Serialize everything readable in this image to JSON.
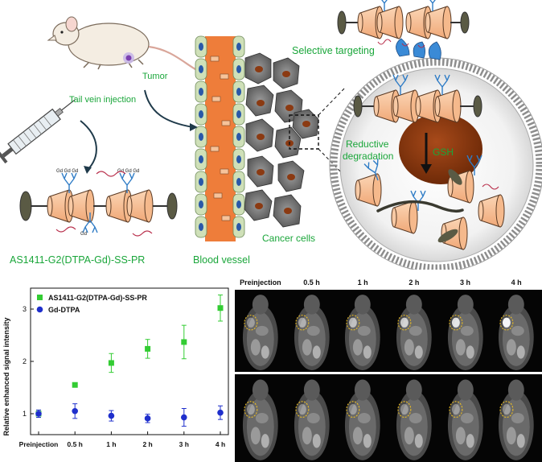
{
  "scheme": {
    "tumor_label": "Tumor",
    "injection_label": "Tail vein injection",
    "nanoprobe_label": "AS1411-G2(DTPA-Gd)-SS-PR",
    "vessel_label": "Blood vessel",
    "cancer_label": "Cancer cells",
    "targeting_label": "Selective targeting",
    "reductive_label_1": "Reductive",
    "reductive_label_2": "degradation",
    "gsh_label": "GSH",
    "gd_label": "Gd",
    "colors": {
      "label_green": "#1aa63a",
      "vessel_orange": "#ee7d3a",
      "cone_peach": "#f7c39a",
      "nucleus_brown": "#8b3a12",
      "aptamer_blue": "#3a8ad6"
    }
  },
  "chart_data": {
    "type": "scatter",
    "categories": [
      "Preinjection",
      "0.5 h",
      "1 h",
      "2 h",
      "3 h",
      "4 h"
    ],
    "ylabel": "Relative enhanced signal intensity",
    "xlabel": "",
    "ylim": [
      0.6,
      3.4
    ],
    "yticks": [
      1,
      2,
      3
    ],
    "legend_position": "top-left",
    "series": [
      {
        "name": "AS1411-G2(DTPA-Gd)-SS-PR",
        "color": "#33cc33",
        "marker": "square",
        "values": [
          1.0,
          1.55,
          1.97,
          2.24,
          2.37,
          3.02
        ],
        "errors": [
          0.07,
          0.04,
          0.18,
          0.18,
          0.32,
          0.25
        ]
      },
      {
        "name": "Gd-DTPA",
        "color": "#1f2fcc",
        "marker": "circle",
        "values": [
          1.0,
          1.05,
          0.96,
          0.91,
          0.93,
          1.02
        ],
        "errors": [
          0.07,
          0.14,
          0.1,
          0.08,
          0.17,
          0.13
        ]
      }
    ]
  },
  "mri": {
    "timepoints": [
      "Preinjection",
      "0.5 h",
      "1 h",
      "2 h",
      "3 h",
      "4 h"
    ]
  }
}
